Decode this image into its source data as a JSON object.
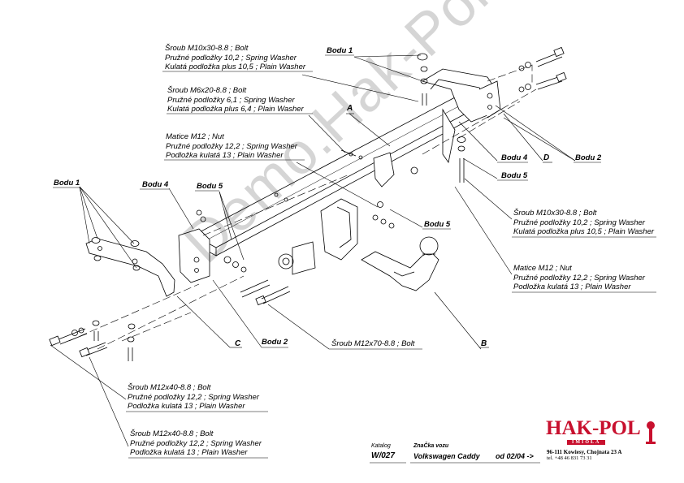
{
  "watermark": "Demo.Hak-Pol.de",
  "labels": {
    "top_bolt": [
      "Šroub M10x30-8.8 ;  Bolt",
      "Pružné podložky  10,2 ; Spring Washer",
      "Kulatá podložka plus 10,5 ; Plain Washer"
    ],
    "m6_bolt": [
      "Šroub M6x20-8.8 ;  Bolt",
      "Pružné podložky  6,1 ; Spring Washer",
      "Kulatá podložka plus 6,4 ; Plain Washer"
    ],
    "nut_left": [
      "Matice  M12 ; Nut",
      "Pružné podložky 12,2 ; Spring Washer",
      "Podložka kulatá 13 ; Plain Washer"
    ],
    "right_bolt": [
      "Šroub M10x30-8.8 ;  Bolt",
      "Pružné podložky  10,2 ; Spring Washer",
      "Kulatá podložka plus 10,5 ; Plain Washer"
    ],
    "nut_right": [
      "Matice  M12 ; Nut",
      "Pružné podložky  12,2 ; Spring Washer",
      "Podložka kulatá 13 ; Plain Washer"
    ],
    "m12x70": "Šroub M12x70-8.8 ;  Bolt",
    "m12x40_a": [
      "Šroub M12x40-8.8 ;  Bolt",
      "Pružné podložky  12,2 ; Spring Washer",
      "Podložka kulatá 13 ; Plain Washer"
    ],
    "m12x40_b": [
      "Šroub M12x40-8.8 ;  Bolt",
      "Pružné podložky  12,2 ; Spring Washer",
      "Podložka kulatá 13 ; Plain Washer"
    ],
    "bodu1_top": "Bodu 1",
    "bodu1_left": "Bodu 1",
    "bodu4_left": "Bodu 4",
    "bodu5_left": "Bodu 5",
    "bodu4_right": "Bodu 4",
    "bodu5_right": "Bodu 5",
    "bodu5_mid": "Bodu 5",
    "bodu2_right": "Bodu 2",
    "bodu2_bottom": "Bodu 2",
    "letter_a": "A",
    "letter_b": "B",
    "letter_c": "C",
    "letter_d": "D"
  },
  "footer": {
    "katalog_label": "Katalog",
    "katalog_value": "W/027",
    "znacka_label": "ZnaČka vozu",
    "vehicle": "Volkswagen Caddy",
    "from": "od  02/04 ->"
  },
  "logo": {
    "name": "HAK-POL",
    "sub": "IMIOŁA",
    "address": "96-111 Kowiesy, Chojnata 23 A",
    "phone": "tel. +48 46 831 73 31",
    "color": "#c8102e"
  }
}
